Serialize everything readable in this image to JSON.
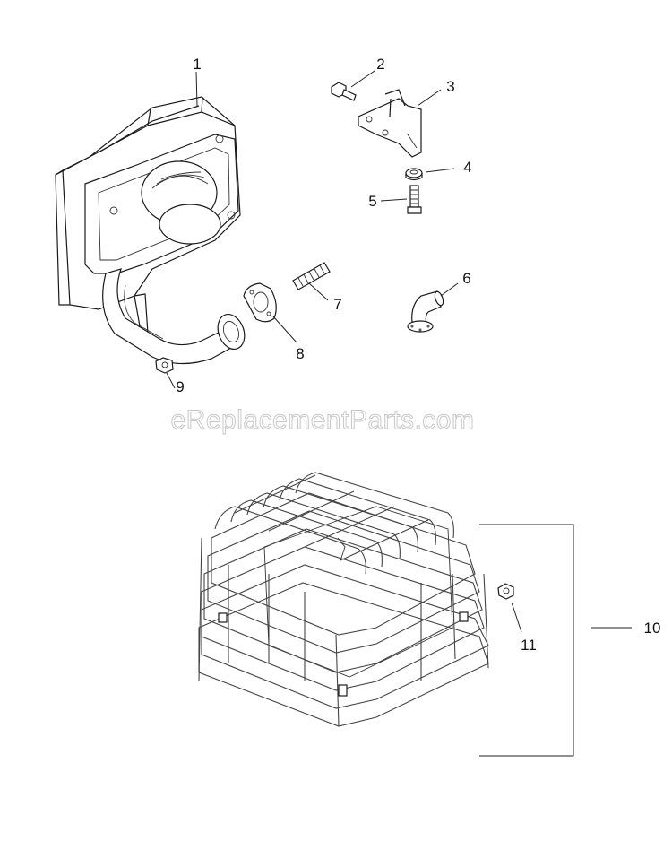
{
  "watermark": "eReplacementParts.com",
  "callouts": [
    {
      "id": "1",
      "label": "1"
    },
    {
      "id": "2",
      "label": "2"
    },
    {
      "id": "3",
      "label": "3"
    },
    {
      "id": "4",
      "label": "4"
    },
    {
      "id": "5",
      "label": "5"
    },
    {
      "id": "6",
      "label": "6"
    },
    {
      "id": "7",
      "label": "7"
    },
    {
      "id": "8",
      "label": "8"
    },
    {
      "id": "9",
      "label": "9"
    },
    {
      "id": "10",
      "label": "10"
    },
    {
      "id": "11",
      "label": "11"
    }
  ],
  "colors": {
    "line": "#1a1a1a",
    "background": "#ffffff",
    "watermark_outline": "#c8c8c8"
  }
}
